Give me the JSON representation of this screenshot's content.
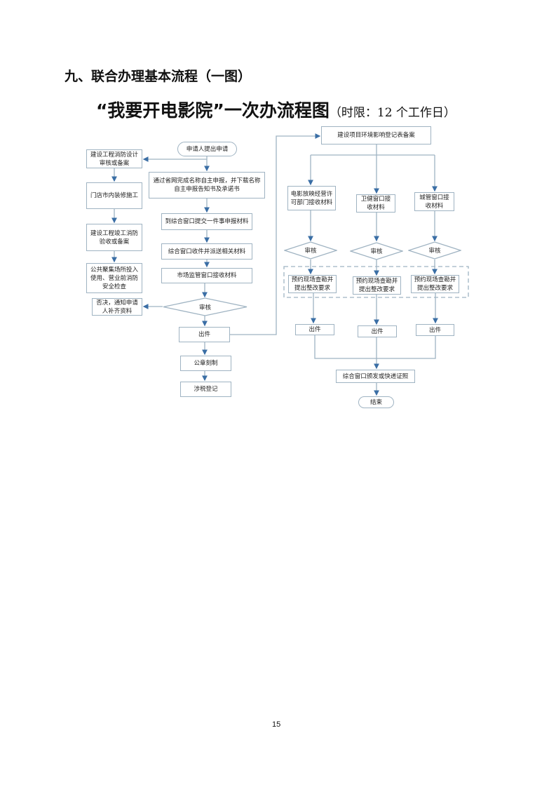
{
  "heading": "九、联合办理基本流程（一图）",
  "title": "“我要开电影院”一次办流程图",
  "subtitle": "（时限：12 个工作日）",
  "page_number": "15",
  "flow": {
    "start": "申请人提出申请",
    "left": [
      "建设工程消防设计审核或备案",
      "门店市内装修施工",
      "建设工程竣工消防验收或备案",
      "公共聚集场所投入使用、营业前消防安全检查"
    ],
    "main": [
      "通过省网完成名称自主申报，并下载名称自主申报告知书及承诺书",
      "到综合窗口提交一件事申报材料",
      "综合窗口收件并派送相关材料",
      "市场监管窗口接收材料"
    ],
    "review": "审核",
    "reject": "否决，通知申请人补齐资料",
    "issue": "出件",
    "seal": "公章刻制",
    "tax": "涉税登记",
    "env": "建设项目环境影响登记表备案",
    "branches": [
      {
        "receive": "电影放映经营许可部门接收材料",
        "review": "审核",
        "inspect": "预约现场查勘并提出整改要求",
        "issue": "出件"
      },
      {
        "receive": "卫健窗口接收材料",
        "review": "审核",
        "inspect": "预约现场查勘并提出整改要求",
        "issue": "出件"
      },
      {
        "receive": "城管窗口接收材料",
        "review": "审核",
        "inspect": "预约现场查勘并提出整改要求",
        "issue": "出件"
      }
    ],
    "deliver": "综合窗口颁发或快递证照",
    "end": "结束"
  }
}
